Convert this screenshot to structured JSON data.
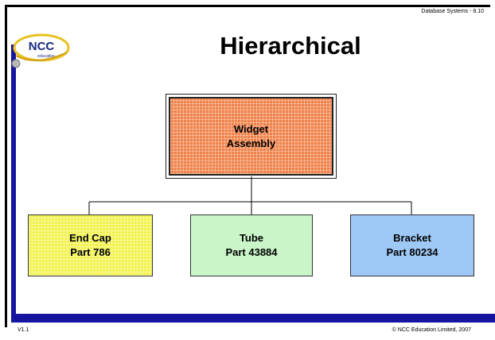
{
  "header": {
    "course_label": "Database Systems - 8.10"
  },
  "logo": {
    "text": "NCC",
    "subtext": "education"
  },
  "slide": {
    "title": "Hierarchical"
  },
  "diagram": {
    "root": {
      "line1": "Widget",
      "line2": "Assembly",
      "color": "#f0824a"
    },
    "children": [
      {
        "line1": "End Cap",
        "line2": "Part 786",
        "color": "#f2f24a"
      },
      {
        "line1": "Tube",
        "line2": "Part 43884",
        "color": "#c9f5c9"
      },
      {
        "line1": "Bracket",
        "line2": "Part 80234",
        "color": "#9ec8f5"
      }
    ]
  },
  "footer": {
    "version": "V1.1",
    "copyright": "©   NCC Education Limited, 2007"
  },
  "colors": {
    "accent_blue": "#1515a0",
    "frame": "#000000"
  }
}
